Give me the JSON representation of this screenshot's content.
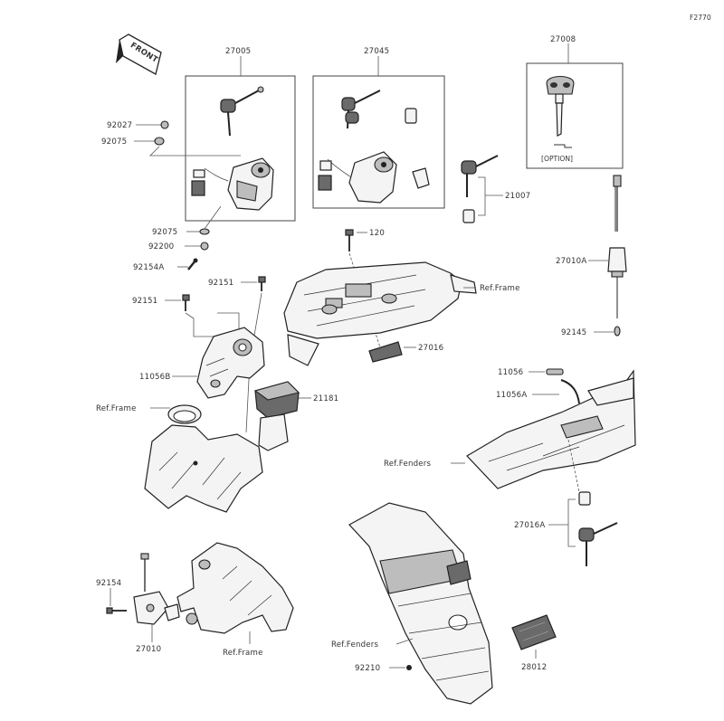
{
  "figure_code": "F2770",
  "front_label": "FRONT",
  "option_label": "[OPTION]",
  "part_labels": {
    "p27005": "27005",
    "p27045": "27045",
    "p27008": "27008",
    "p92027": "92027",
    "p92075a": "92075",
    "p92075b": "92075",
    "p92200": "92200",
    "p92154a": "92154A",
    "p92151a": "92151",
    "p92151b": "92151",
    "p120": "120",
    "p21007": "21007",
    "p27010a": "27010A",
    "p92145": "92145",
    "p27016": "27016",
    "p11056b": "11056B",
    "p21181": "21181",
    "p11056": "11056",
    "p11056a": "11056A",
    "p27016a": "27016A",
    "p92154": "92154",
    "p27010": "27010",
    "p28012": "28012",
    "p92210": "92210"
  },
  "ref_labels": {
    "frame_top": "Ref.Frame",
    "frame_left": "Ref.Frame",
    "frame_bottom": "Ref.Frame",
    "fenders_right": "Ref.Fenders",
    "fenders_bottom": "Ref.Fenders"
  },
  "icons": [
    "front-arrow-icon",
    "key-icon",
    "ignition-lock-icon",
    "bolt-icon",
    "washer-icon"
  ]
}
